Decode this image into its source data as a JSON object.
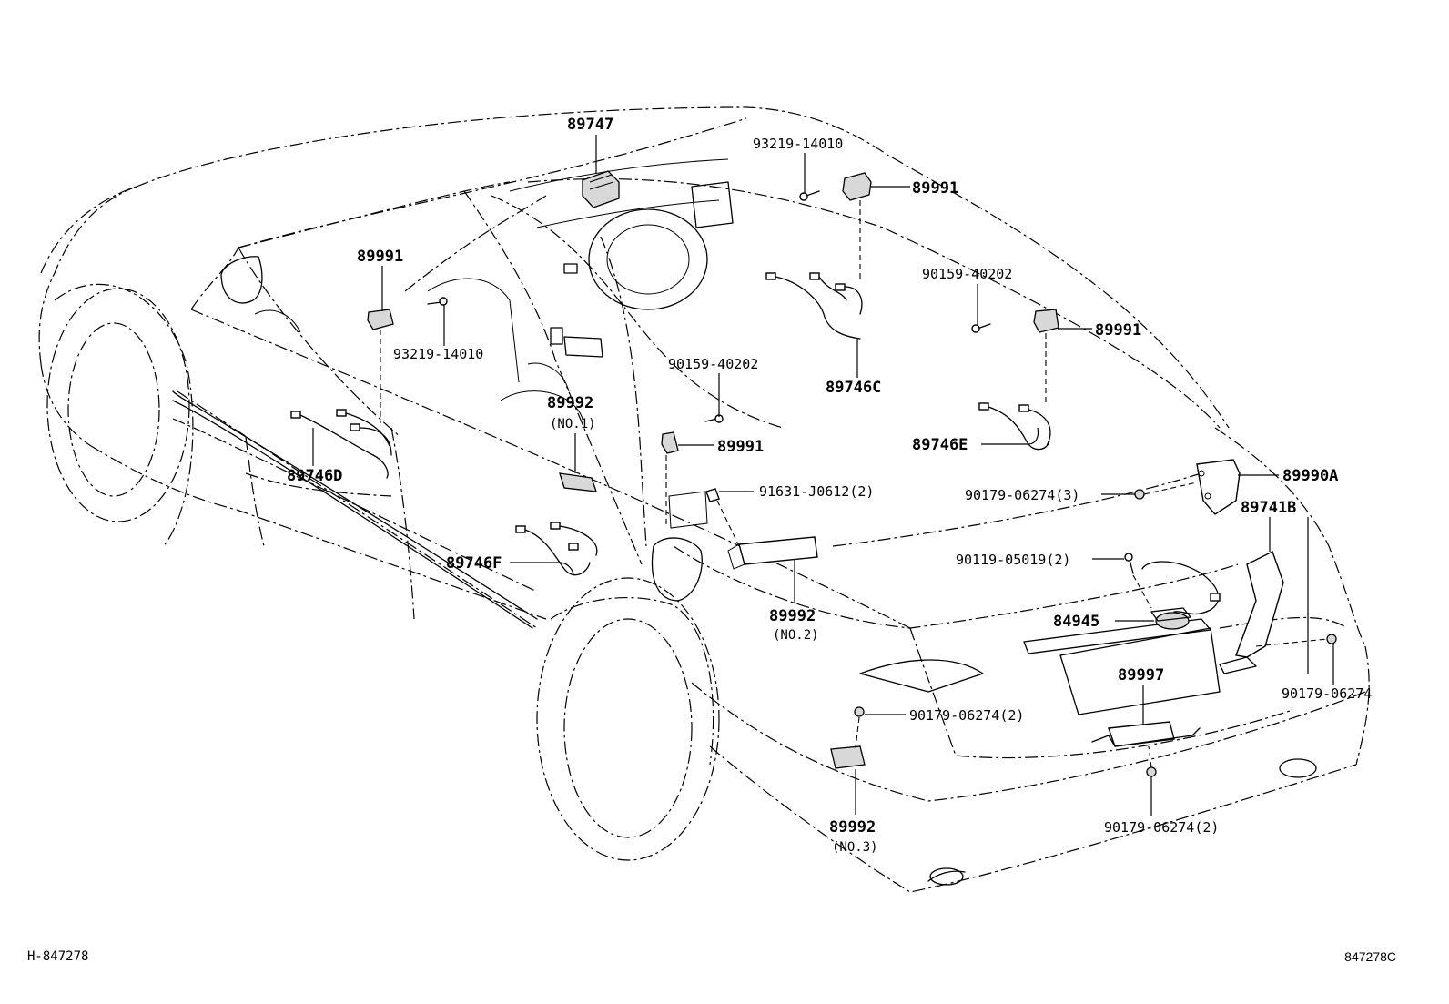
{
  "figure": {
    "ref_left": "H-847278",
    "ref_right": "847278C"
  },
  "parts": {
    "p89747": "89747",
    "p93219_top": "93219-14010",
    "p89991_top": "89991",
    "p89991_left": "89991",
    "p93219_left": "93219-14010",
    "p90159_mid": "90159-40202",
    "p89746C": "89746C",
    "p90159_right": "90159-40202",
    "p89991_right": "89991",
    "p89992_no1": "89992",
    "p89992_no1_sub": "(NO.1)",
    "p89991_mid": "89991",
    "p89746E": "89746E",
    "p89746D": "89746D",
    "p91631": "91631-J0612(2)",
    "p90179_3": "90179-06274(3)",
    "p89990A": "89990A",
    "p89741B": "89741B",
    "p89746F": "89746F",
    "p90119": "90119-05019(2)",
    "p89992_no2": "89992",
    "p89992_no2_sub": "(NO.2)",
    "p84945": "84945",
    "p89997": "89997",
    "p90179_single": "90179-06274",
    "p90179_2a": "90179-06274(2)",
    "p90179_2b": "90179-06274(2)",
    "p89992_no3": "89992",
    "p89992_no3_sub": "(NO.3)"
  }
}
